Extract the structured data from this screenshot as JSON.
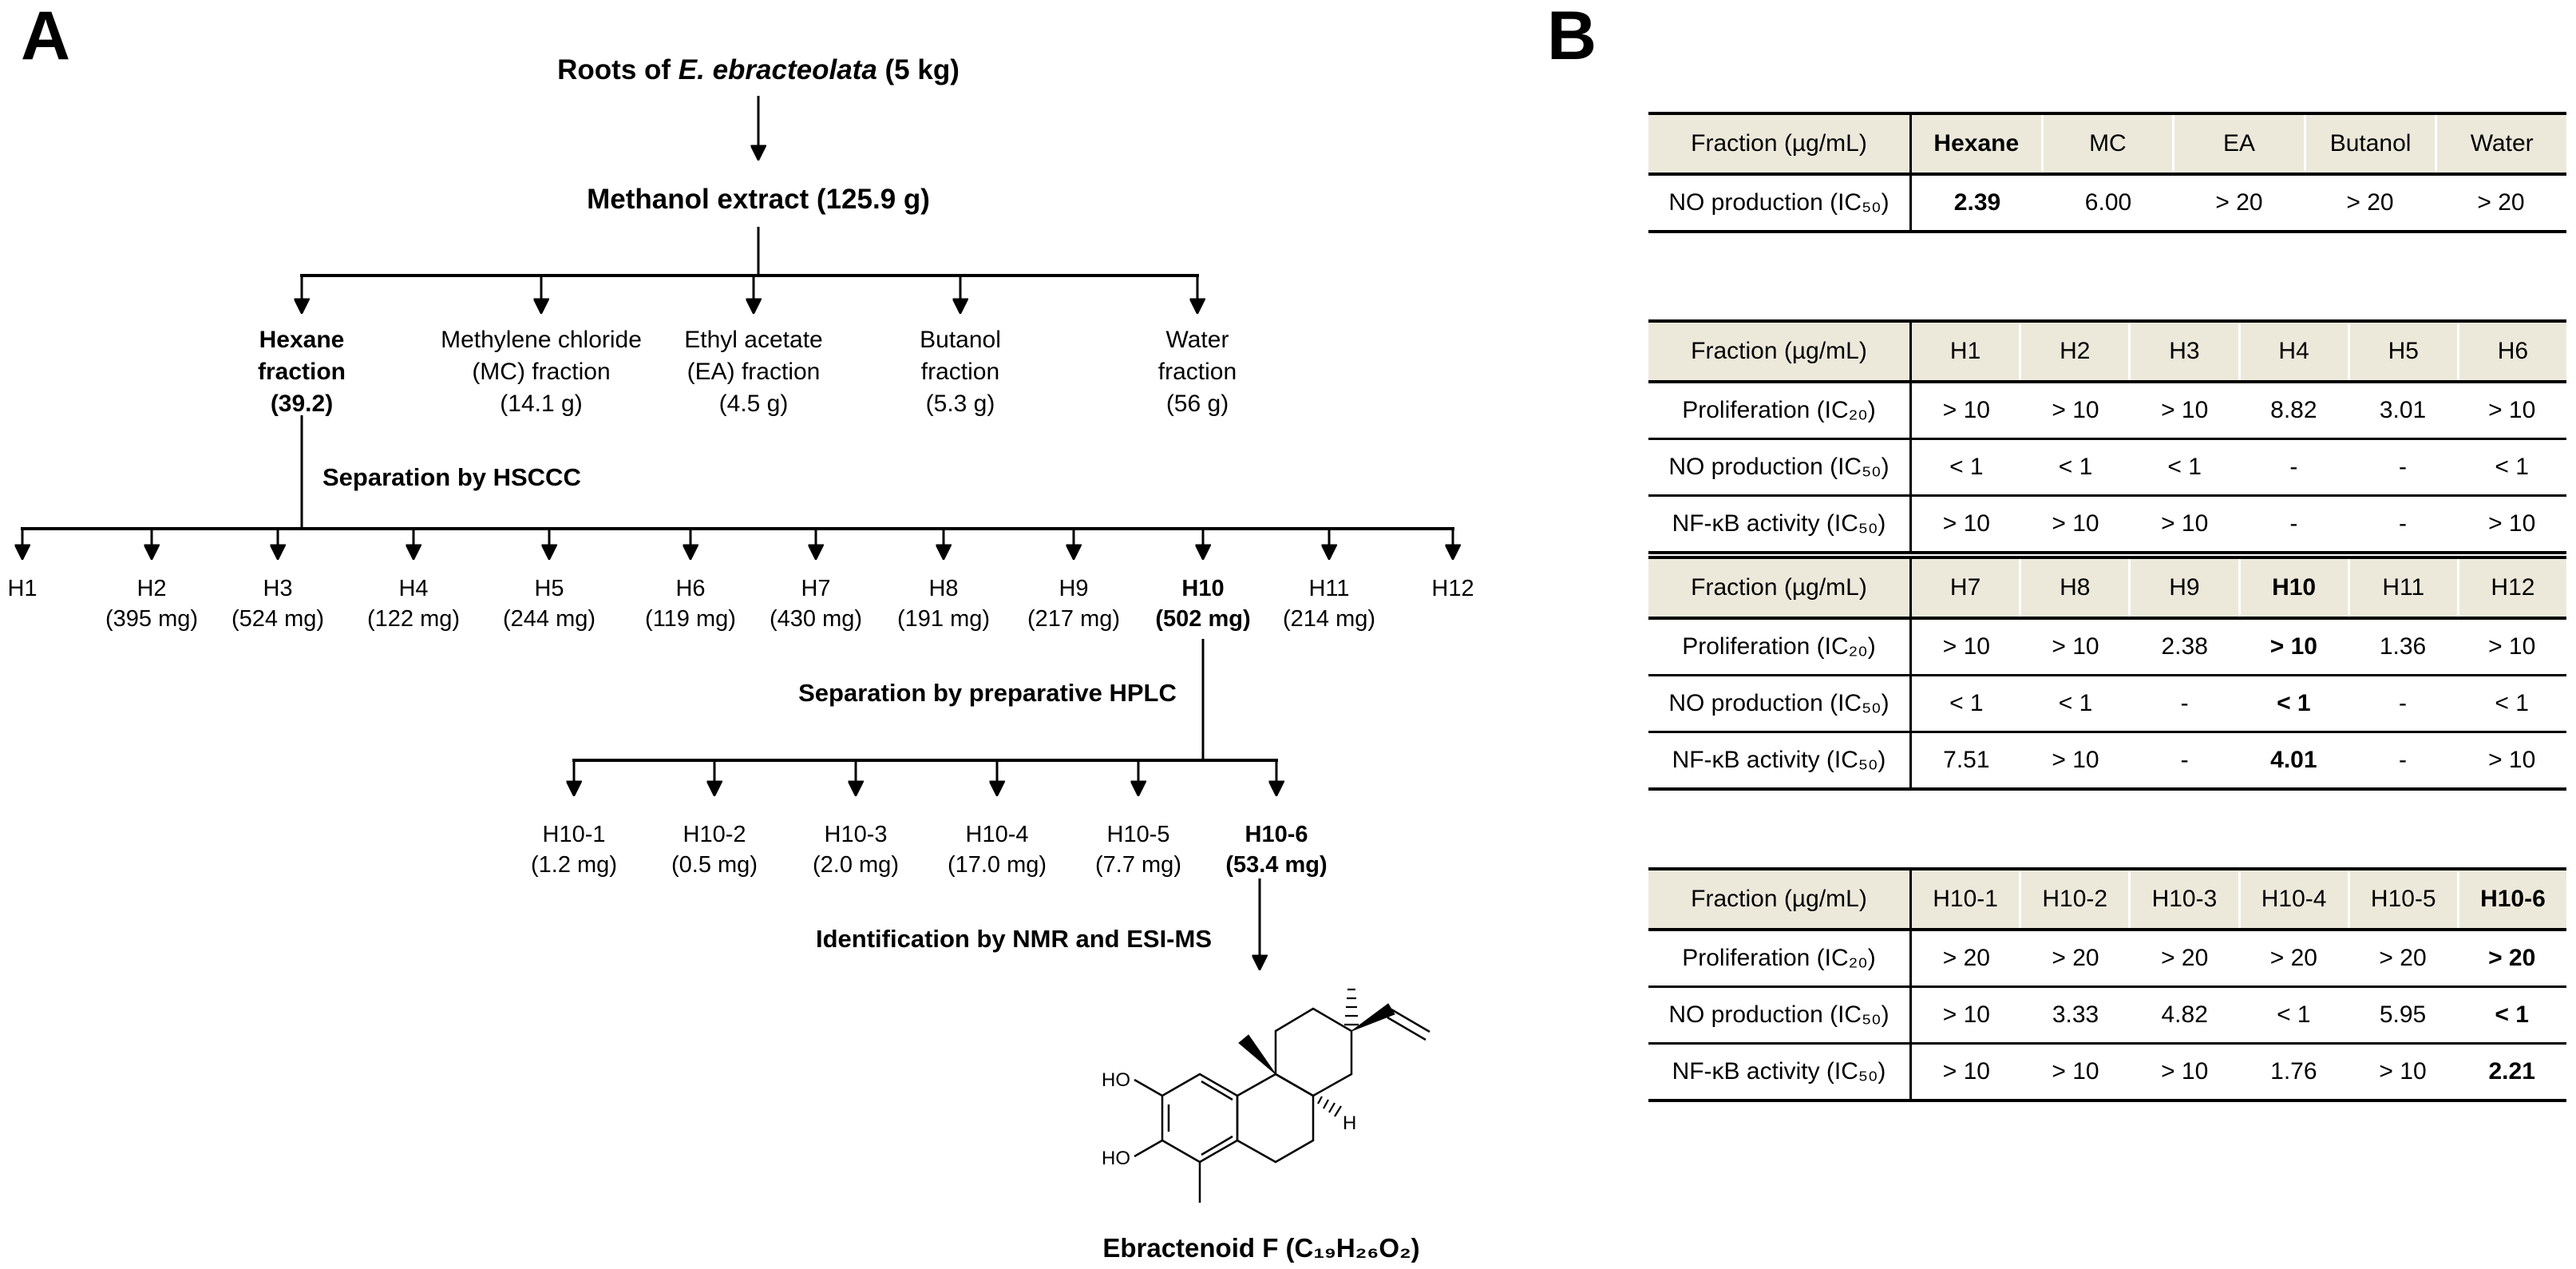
{
  "panel_a": {
    "label": "A",
    "root_title": {
      "prefix": "Roots of ",
      "species": "E. ebracteolata",
      "suffix": " (5 kg)"
    },
    "extract": "Methanol extract (125.9 g)",
    "hsccc_label": "Separation by HSCCC",
    "hplc_label": "Separation by preparative HPLC",
    "identification_label": "Identification by NMR and ESI-MS",
    "compound_name": "Ebractenoid F (C₁₉H₂₆O₂)",
    "fractions": [
      {
        "lines": [
          "Hexane",
          "fraction",
          "(39.2)"
        ]
      },
      {
        "lines": [
          "Methylene chloride",
          "(MC) fraction",
          "(14.1 g)"
        ]
      },
      {
        "lines": [
          "Ethyl acetate",
          "(EA) fraction",
          "(4.5 g)"
        ]
      },
      {
        "lines": [
          "Butanol",
          "fraction",
          "(5.3 g)"
        ]
      },
      {
        "lines": [
          "Water",
          "fraction",
          "(56 g)"
        ]
      }
    ],
    "h_fractions": [
      {
        "name": "H1",
        "amount": ""
      },
      {
        "name": "H2",
        "amount": "(395 mg)"
      },
      {
        "name": "H3",
        "amount": "(524 mg)"
      },
      {
        "name": "H4",
        "amount": "(122 mg)"
      },
      {
        "name": "H5",
        "amount": "(244 mg)"
      },
      {
        "name": "H6",
        "amount": "(119 mg)"
      },
      {
        "name": "H7",
        "amount": "(430 mg)"
      },
      {
        "name": "H8",
        "amount": "(191 mg)"
      },
      {
        "name": "H9",
        "amount": "(217 mg)"
      },
      {
        "name": "H10",
        "amount": "(502 mg)"
      },
      {
        "name": "H11",
        "amount": "(214 mg)"
      },
      {
        "name": "H12",
        "amount": ""
      }
    ],
    "h10_fractions": [
      {
        "name": "H10-1",
        "amount": "(1.2 mg)"
      },
      {
        "name": "H10-2",
        "amount": "(0.5 mg)"
      },
      {
        "name": "H10-3",
        "amount": "(2.0 mg)"
      },
      {
        "name": "H10-4",
        "amount": "(17.0 mg)"
      },
      {
        "name": "H10-5",
        "amount": "(7.7 mg)"
      },
      {
        "name": "H10-6",
        "amount": "(53.4 mg)"
      }
    ],
    "structure_labels": {
      "ho_top": "HO",
      "ho_bottom": "HO",
      "stereo_h": "H"
    }
  },
  "panel_b": {
    "label": "B",
    "tables": [
      {
        "header": [
          "Fraction (µg/mL)",
          "Hexane",
          "MC",
          "EA",
          "Butanol",
          "Water"
        ],
        "header_bold": [
          false,
          true,
          false,
          false,
          false,
          false
        ],
        "rows": [
          {
            "label": "NO production (IC₅₀)",
            "cells": [
              "2.39",
              "6.00",
              "> 20",
              "> 20",
              "> 20"
            ],
            "bold": [
              true,
              false,
              false,
              false,
              false
            ]
          }
        ]
      },
      {
        "header": [
          "Fraction (µg/mL)",
          "H1",
          "H2",
          "H3",
          "H4",
          "H5",
          "H6"
        ],
        "header_bold": [
          false,
          false,
          false,
          false,
          false,
          false,
          false
        ],
        "rows": [
          {
            "label": "Proliferation (IC₂₀)",
            "cells": [
              "> 10",
              "> 10",
              "> 10",
              "8.82",
              "3.01",
              "> 10"
            ],
            "bold": [
              false,
              false,
              false,
              false,
              false,
              false
            ]
          },
          {
            "label": "NO production (IC₅₀)",
            "cells": [
              "< 1",
              "< 1",
              "< 1",
              "-",
              "-",
              "< 1"
            ],
            "bold": [
              false,
              false,
              false,
              false,
              false,
              false
            ]
          },
          {
            "label": "NF-κB activity (IC₅₀)",
            "cells": [
              "> 10",
              "> 10",
              "> 10",
              "-",
              "-",
              "> 10"
            ],
            "bold": [
              false,
              false,
              false,
              false,
              false,
              false
            ]
          }
        ]
      },
      {
        "header": [
          "Fraction (µg/mL)",
          "H7",
          "H8",
          "H9",
          "H10",
          "H11",
          "H12"
        ],
        "header_bold": [
          false,
          false,
          false,
          false,
          true,
          false,
          false
        ],
        "rows": [
          {
            "label": "Proliferation (IC₂₀)",
            "cells": [
              "> 10",
              "> 10",
              "2.38",
              "> 10",
              "1.36",
              "> 10"
            ],
            "bold": [
              false,
              false,
              false,
              true,
              false,
              false
            ]
          },
          {
            "label": "NO production (IC₅₀)",
            "cells": [
              "< 1",
              "< 1",
              "-",
              "< 1",
              "-",
              "< 1"
            ],
            "bold": [
              false,
              false,
              false,
              true,
              false,
              false
            ]
          },
          {
            "label": "NF-κB activity (IC₅₀)",
            "cells": [
              "7.51",
              "> 10",
              "-",
              "4.01",
              "-",
              "> 10"
            ],
            "bold": [
              false,
              false,
              false,
              true,
              false,
              false
            ]
          }
        ]
      },
      {
        "header": [
          "Fraction (µg/mL)",
          "H10-1",
          "H10-2",
          "H10-3",
          "H10-4",
          "H10-5",
          "H10-6"
        ],
        "header_bold": [
          false,
          false,
          false,
          false,
          false,
          false,
          true
        ],
        "rows": [
          {
            "label": "Proliferation (IC₂₀)",
            "cells": [
              "> 20",
              "> 20",
              "> 20",
              "> 20",
              "> 20",
              "> 20"
            ],
            "bold": [
              false,
              false,
              false,
              false,
              false,
              true
            ]
          },
          {
            "label": "NO production (IC₅₀)",
            "cells": [
              "> 10",
              "3.33",
              "4.82",
              "< 1",
              "5.95",
              "< 1"
            ],
            "bold": [
              false,
              false,
              false,
              false,
              false,
              true
            ]
          },
          {
            "label": "NF-κB activity (IC₅₀)",
            "cells": [
              "> 10",
              "> 10",
              "> 10",
              "1.76",
              "> 10",
              "2.21"
            ],
            "bold": [
              false,
              false,
              false,
              false,
              false,
              true
            ]
          }
        ]
      }
    ]
  }
}
